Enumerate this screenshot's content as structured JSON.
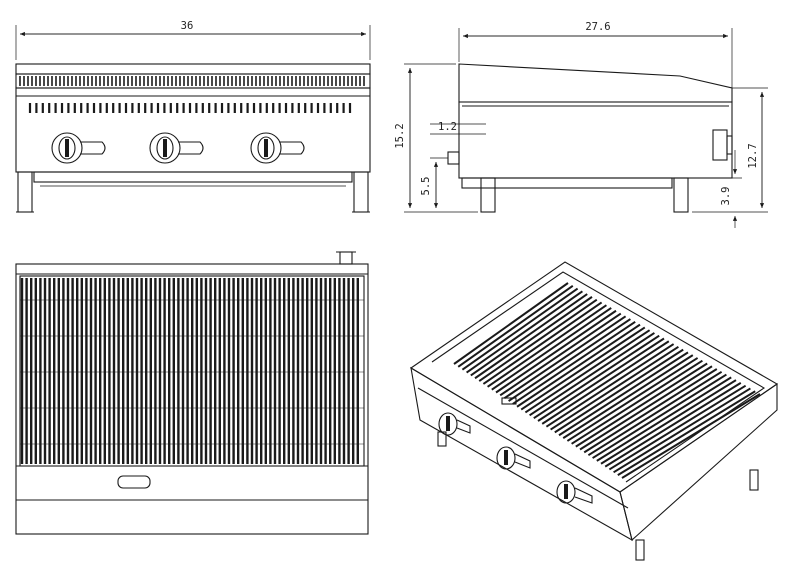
{
  "dimensions": {
    "front_width": "36",
    "side_depth": "27.6",
    "side_height_total": "15.2",
    "side_offset": "1.2",
    "side_gas_height": "5.5",
    "side_body_height": "12.7",
    "side_leg_height": "3.9"
  },
  "colors": {
    "line": "#1a1a1a",
    "background": "#ffffff"
  },
  "views": [
    "front-view",
    "side-view",
    "top-view",
    "isometric-view"
  ]
}
